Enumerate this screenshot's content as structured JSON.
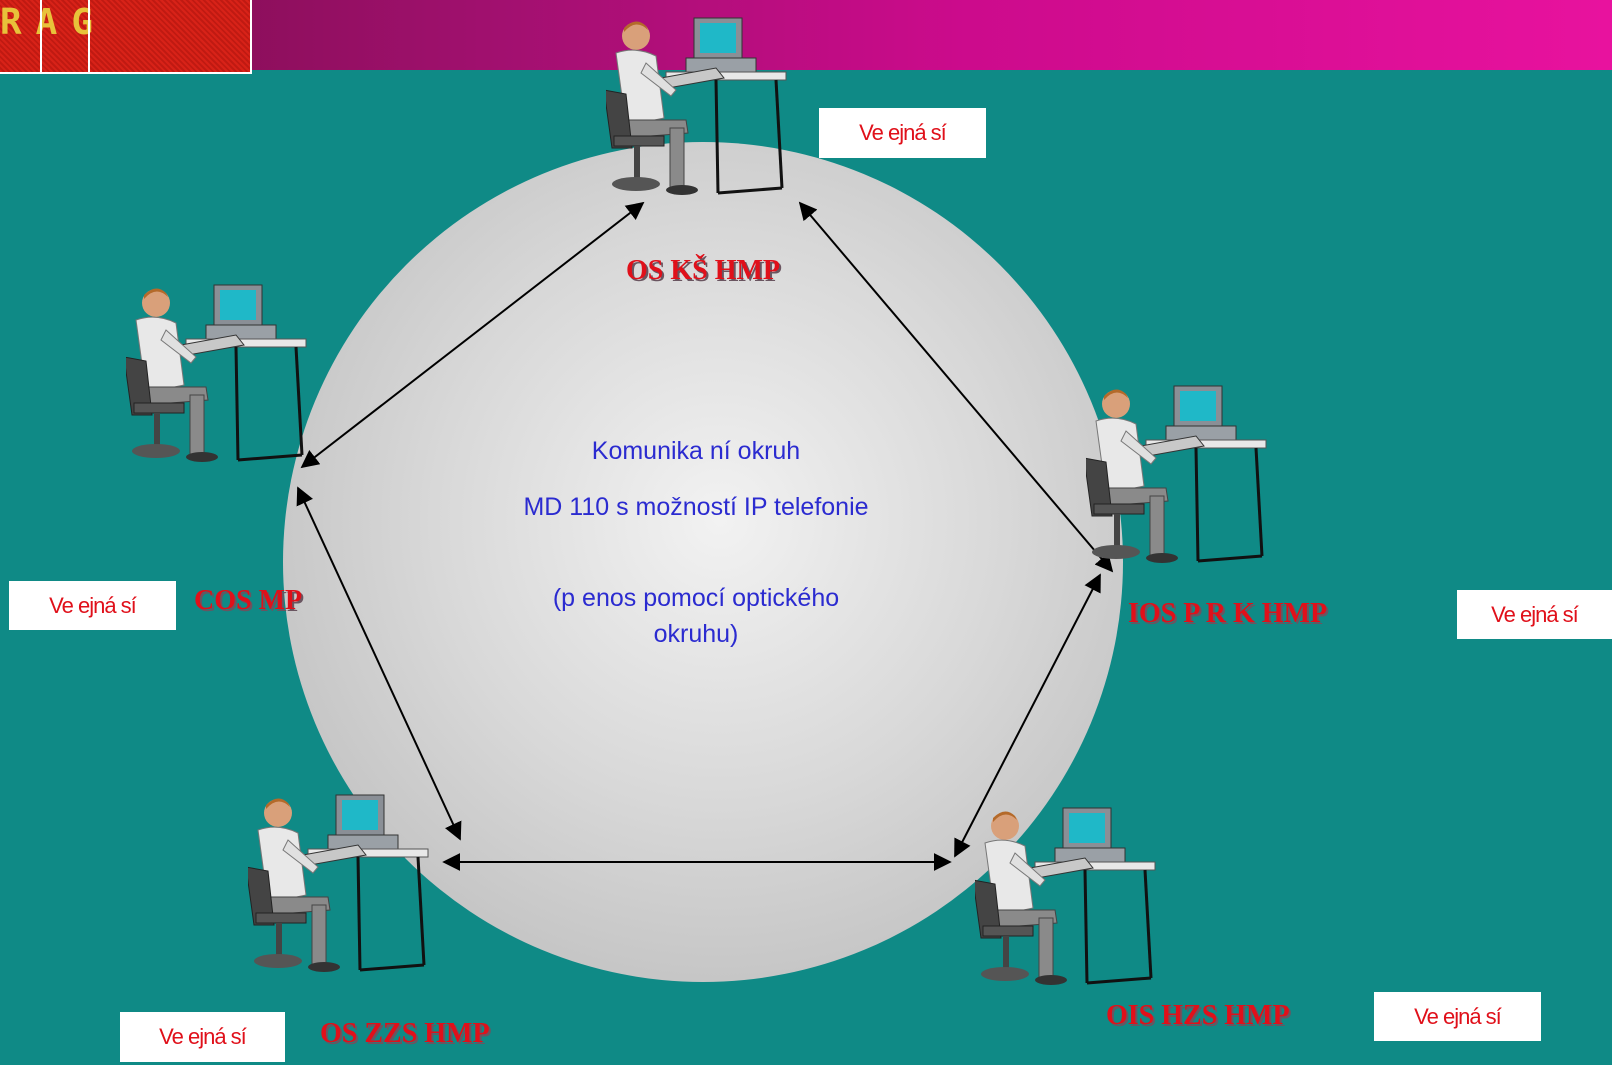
{
  "header": {
    "logo_text": "RAG"
  },
  "center": {
    "line1": "Komunika  ní okruh",
    "line2": "MD 110 s možností IP telefonie",
    "line3": "(p enos pomocí optického okruhu)"
  },
  "nodes": [
    {
      "id": "top",
      "label": "OS KŠ HMP",
      "box": "Ve ejná sí"
    },
    {
      "id": "left",
      "label": "COS MP",
      "box": "Ve ejná sí"
    },
    {
      "id": "right",
      "label": "IOS P   R K    HMP",
      "box": "Ve ejná sí"
    },
    {
      "id": "bottom-left",
      "label": "OS ZZS HMP",
      "box": "Ve ejná sí"
    },
    {
      "id": "bottom-right",
      "label": "OIS HZS HMP",
      "box": "Ve ejná sí"
    }
  ],
  "colors": {
    "background": "#0f8a86",
    "label": "#e0101a",
    "center_text": "#2b2bd0"
  },
  "icons": {
    "workstation": "person-at-computer-icon"
  }
}
